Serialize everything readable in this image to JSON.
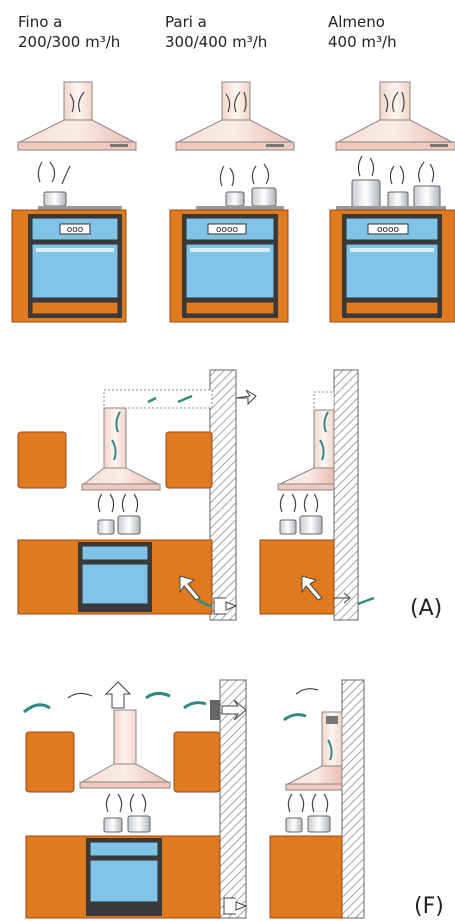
{
  "headers": [
    {
      "line1": "Fino a",
      "line2": "200/300 m³/h"
    },
    {
      "line1": "Pari a",
      "line2": "300/400 m³/h"
    },
    {
      "line1": "Almeno",
      "line2": "400 m³/h"
    }
  ],
  "oven_displays": [
    "ooo",
    "oooo",
    "oooo"
  ],
  "labels": {
    "mode_a": "(A)",
    "mode_f": "(F)"
  },
  "colors": {
    "cabinet": "#e07a1e",
    "cabinet_dark": "#b5561a",
    "oven_blue": "#7fc4e6",
    "hood": "#f1cfc4",
    "arrow_teal": "#2e8a82",
    "wall_hatch": "#777777"
  }
}
